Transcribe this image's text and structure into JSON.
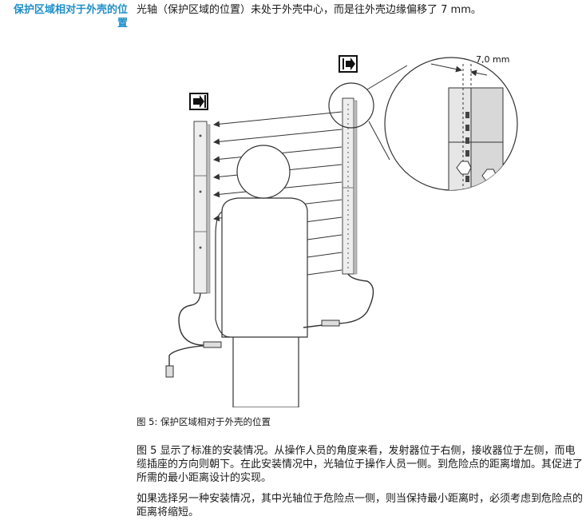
{
  "side_heading": "保护区域相对于外壳的位置",
  "intro_text": "光轴（保护区域的位置）未处于外壳中心，而是往外壳边缘偏移了 7 mm。",
  "figure": {
    "dimension_label": "7,0 mm",
    "caption": "图 5: 保护区域相对于外壳的位置"
  },
  "paragraphs": [
    "图 5 显示了标准的安装情况。从操作人员的角度来看，发射器位于右侧，接收器位于左侧，而电缆插座的方向则朝下。在此安装情况中，光轴位于操作人员一侧。到危险点的距离增加。其促进了所需的最小距离设计的实现。",
    "如果选择另一种安装情况，其中光轴位于危险点一侧，则当保持最小距离时，必须考虑到危险点的距离将缩短。"
  ]
}
